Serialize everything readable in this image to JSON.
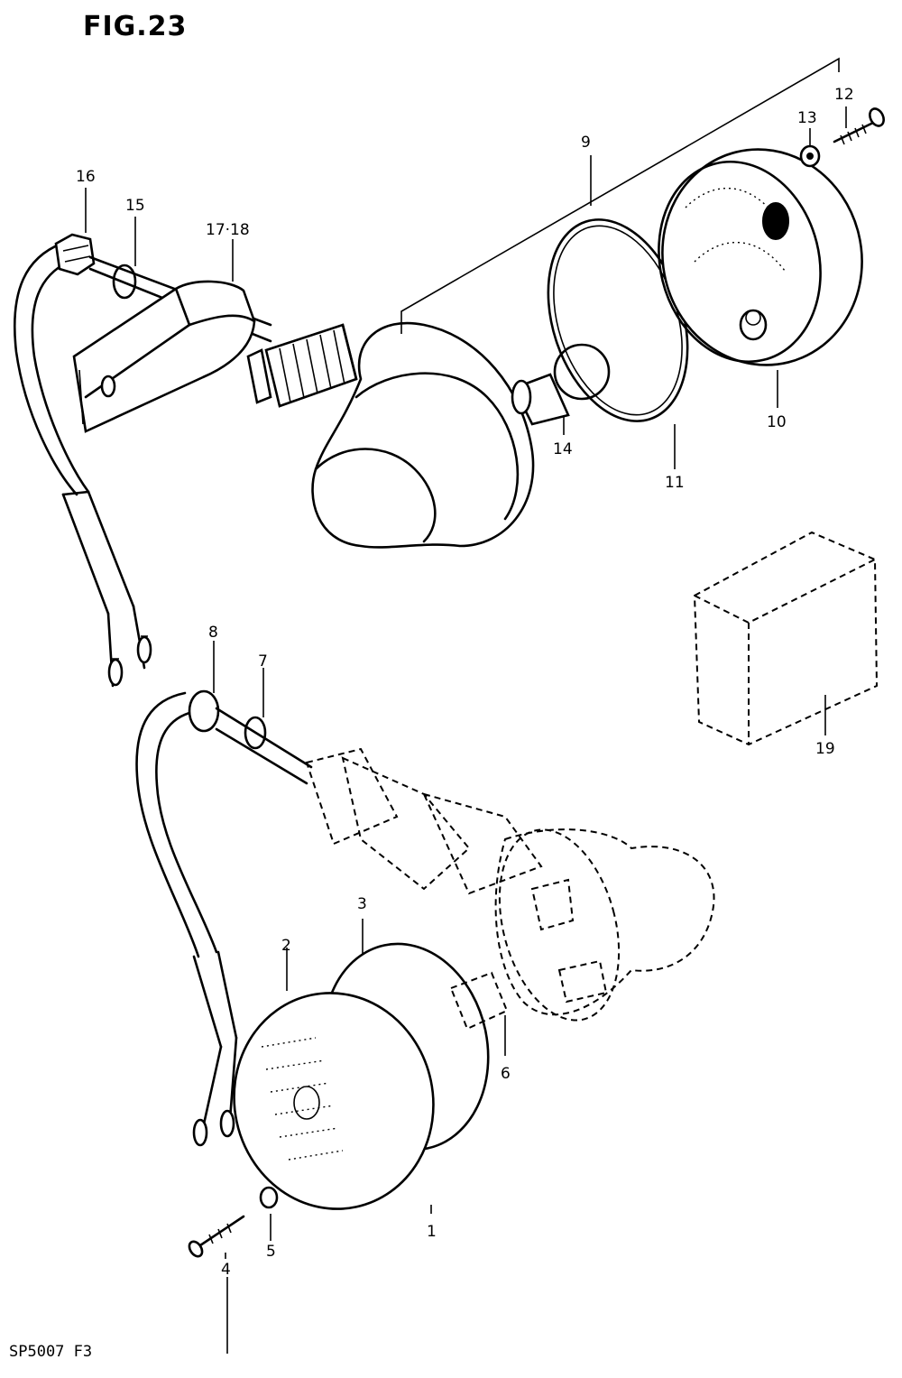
{
  "figure": {
    "title": "FIG.23",
    "code": "SP5007 F3"
  },
  "callouts": [
    {
      "id": "c1",
      "label": "1"
    },
    {
      "id": "c2",
      "label": "2"
    },
    {
      "id": "c3",
      "label": "3"
    },
    {
      "id": "c4",
      "label": "4"
    },
    {
      "id": "c5",
      "label": "5"
    },
    {
      "id": "c6",
      "label": "6"
    },
    {
      "id": "c7",
      "label": "7"
    },
    {
      "id": "c8",
      "label": "8"
    },
    {
      "id": "c9",
      "label": "9"
    },
    {
      "id": "c10",
      "label": "10"
    },
    {
      "id": "c11",
      "label": "11"
    },
    {
      "id": "c12",
      "label": "12"
    },
    {
      "id": "c13",
      "label": "13"
    },
    {
      "id": "c14",
      "label": "14"
    },
    {
      "id": "c15",
      "label": "15"
    },
    {
      "id": "c16",
      "label": "16"
    },
    {
      "id": "c17",
      "label": "17·18"
    },
    {
      "id": "c19",
      "label": "19"
    }
  ]
}
